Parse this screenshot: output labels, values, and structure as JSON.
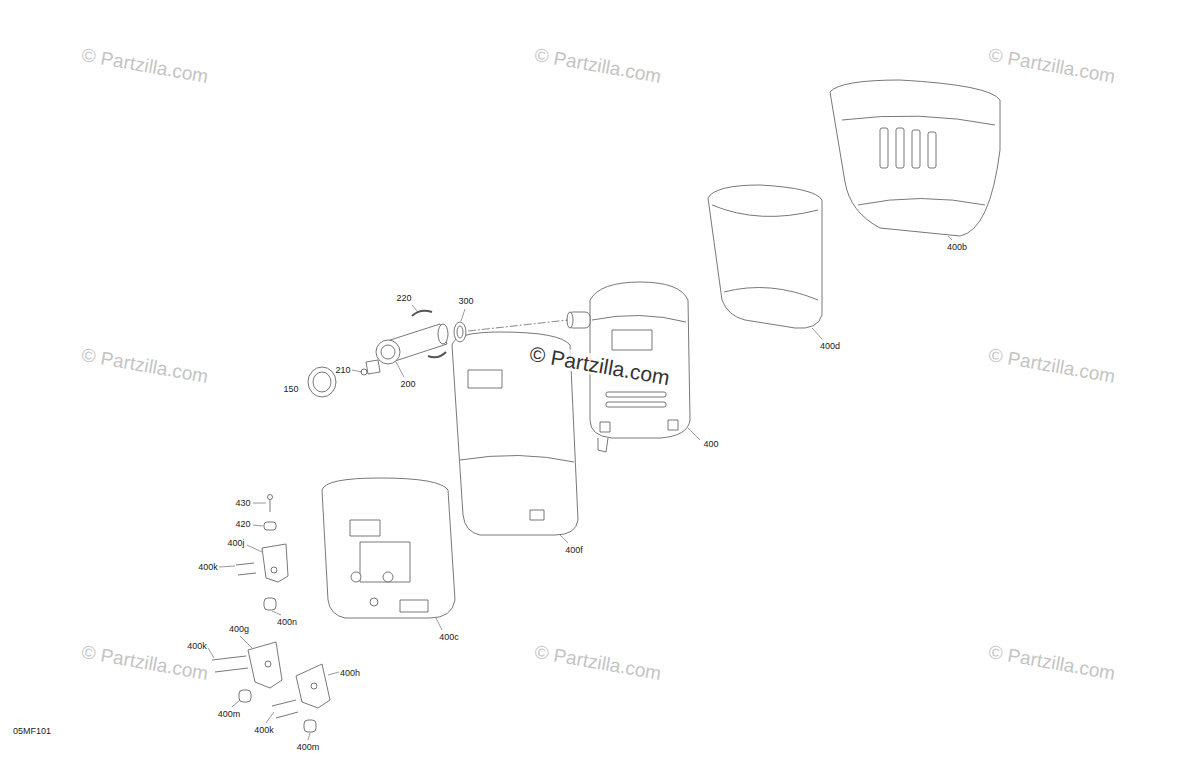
{
  "diagram": {
    "labels": [
      "© Partzilla.com",
      "© Partzilla.com",
      "© Partzilla.com",
      "400b",
      "220",
      "300",
      "© Partzilla.com",
      "© Partzilla.com",
      "© Partzilla.com",
      "400d",
      "210",
      "200",
      "150",
      "400",
      "430",
      "420",
      "400j",
      "400f",
      "400k",
      "400n",
      "400c",
      "400g",
      "© Partzilla.com",
      "© Partzilla.com",
      "© Partzilla.com",
      "400k",
      "400h",
      "400m",
      "400k",
      "400m",
      "05MF101"
    ]
  }
}
